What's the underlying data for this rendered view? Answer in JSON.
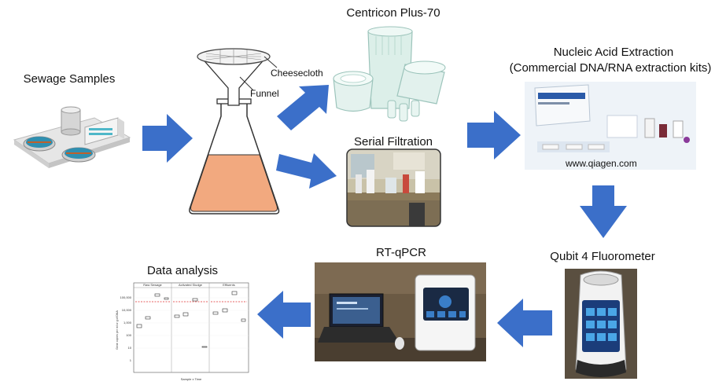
{
  "labels": {
    "sewage_samples": "Sewage Samples",
    "cheesecloth": "Cheesecloth",
    "funnel": "Funnel",
    "centricon": "Centricon Plus-70",
    "serial_filtration": "Serial Filtration",
    "nucleic_acid_line1": "Nucleic Acid Extraction",
    "nucleic_acid_line2": "(Commercial DNA/RNA extraction kits)",
    "qiagen_url": "www.qiagen.com",
    "qubit": "Qubit 4 Fluorometer",
    "rtqpcr": "RT-qPCR",
    "data_analysis": "Data analysis"
  },
  "mini_chart": {
    "panels": [
      "Raw Sewage",
      "Activated Sludge",
      "Effluents"
    ],
    "ytick_labels": [
      "100,000",
      "10,000",
      "1,000",
      "100",
      "10",
      "1"
    ],
    "ylabel": "Gene copies per ml or g of DNA",
    "xlabel": "Sample x Time"
  },
  "colors": {
    "arrow": "#3b6fc9",
    "flask_liquid": "#f2a97f",
    "threshold_line": "#e03030"
  }
}
